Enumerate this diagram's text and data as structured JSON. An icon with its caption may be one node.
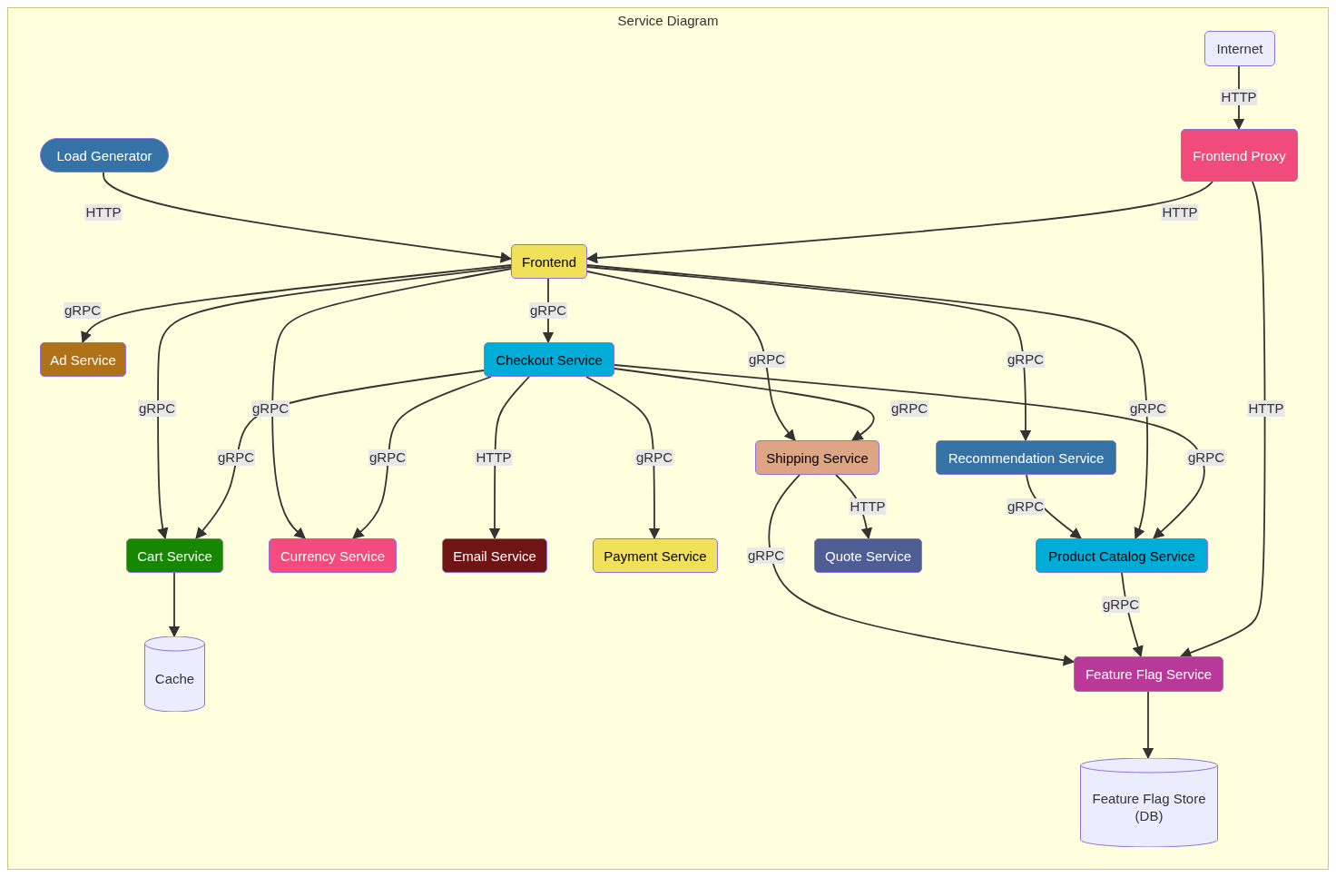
{
  "diagram": {
    "nodes": [
      {
        "text": [
          "Service Diagram"
        ]
      },
      {
        "text": [
          "Internet"
        ],
        "in": 0
      },
      {
        "text": [
          "Load Generator"
        ],
        "in": 0
      },
      {
        "text": [
          "Frontend Proxy"
        ],
        "in": 0
      },
      {
        "text": [
          "Frontend"
        ],
        "in": 0
      },
      {
        "text": [
          "Ad Service"
        ],
        "in": 0
      },
      {
        "text": [
          "Checkout Service"
        ],
        "in": 0
      },
      {
        "text": [
          "Shipping Service"
        ],
        "in": 0
      },
      {
        "text": [
          "Recommendation Service"
        ],
        "in": 0
      },
      {
        "text": [
          "Cart Service"
        ],
        "in": 0
      },
      {
        "text": [
          "Currency Service"
        ],
        "in": 0
      },
      {
        "text": [
          "Email Service"
        ],
        "in": 0
      },
      {
        "text": [
          "Payment Service"
        ],
        "in": 0
      },
      {
        "text": [
          "Quote Service"
        ],
        "in": 0
      },
      {
        "text": [
          "Product Catalog Service"
        ],
        "in": 0
      },
      {
        "text": [
          "Cache"
        ],
        "in": 0
      },
      {
        "text": [
          "Feature Flag Service"
        ],
        "in": 0
      },
      {
        "text": [
          "Feature Flag Store (DB)"
        ],
        "in": 0
      }
    ],
    "edges": [
      {
        "from": 1,
        "to": 3,
        "arrow": "to",
        "label": "HTTP"
      },
      {
        "from": 2,
        "to": 4,
        "arrow": "to",
        "label": "HTTP"
      },
      {
        "from": 3,
        "to": 4,
        "arrow": "to",
        "label": "HTTP"
      },
      {
        "from": 3,
        "to": 16,
        "arrow": "to",
        "label": "HTTP"
      },
      {
        "from": 4,
        "to": 5,
        "arrow": "to",
        "label": "gRPC"
      },
      {
        "from": 4,
        "to": 9,
        "arrow": "to",
        "label": "gRPC"
      },
      {
        "from": 4,
        "to": 10,
        "arrow": "to",
        "label": "gRPC"
      },
      {
        "from": 4,
        "to": 6,
        "arrow": "to",
        "label": "gRPC"
      },
      {
        "from": 4,
        "to": 7,
        "arrow": "to",
        "label": "gRPC"
      },
      {
        "from": 4,
        "to": 8,
        "arrow": "to",
        "label": "gRPC"
      },
      {
        "from": 4,
        "to": 14,
        "arrow": "to",
        "label": "gRPC"
      },
      {
        "from": 6,
        "to": 9,
        "arrow": "to",
        "label": "gRPC"
      },
      {
        "from": 6,
        "to": 10,
        "arrow": "to",
        "label": "gRPC"
      },
      {
        "from": 6,
        "to": 11,
        "arrow": "to",
        "label": "HTTP"
      },
      {
        "from": 6,
        "to": 12,
        "arrow": "to",
        "label": "gRPC"
      },
      {
        "from": 6,
        "to": 7,
        "arrow": "to",
        "label": "gRPC"
      },
      {
        "from": 6,
        "to": 14,
        "arrow": "to",
        "label": "gRPC"
      },
      {
        "from": 7,
        "to": 13,
        "arrow": "to",
        "label": "HTTP"
      },
      {
        "from": 7,
        "to": 16,
        "arrow": "to",
        "label": "gRPC"
      },
      {
        "from": 8,
        "to": 14,
        "arrow": "to",
        "label": "gRPC"
      },
      {
        "from": 14,
        "to": 16,
        "arrow": "to",
        "label": "gRPC"
      },
      {
        "from": 9,
        "to": 15,
        "arrow": "to"
      },
      {
        "from": 16,
        "to": 17,
        "arrow": "to"
      }
    ]
  }
}
